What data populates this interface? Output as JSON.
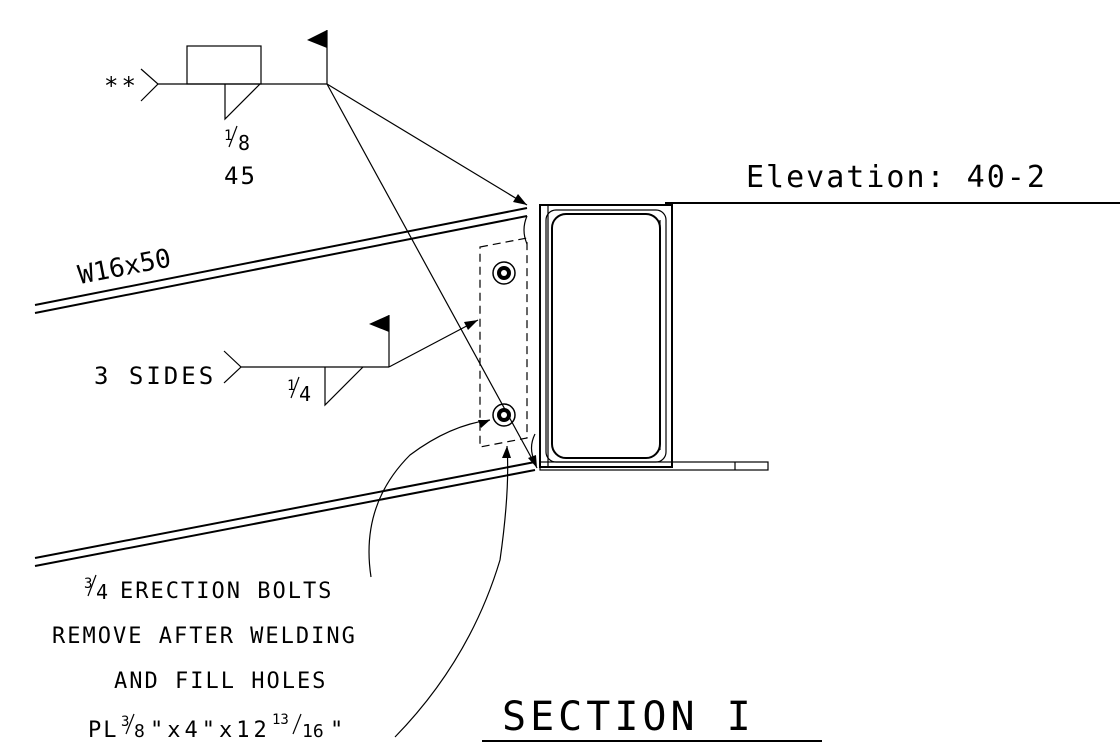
{
  "labels": {
    "elevation": "Elevation: 40-2",
    "member": "W16x50",
    "weld_all_around_tail": "**",
    "weld_top_size_num": "1",
    "weld_top_size_den": "8",
    "weld_top_angle": "45",
    "weld_side_tail": "3 SIDES",
    "weld_side_size_num": "1",
    "weld_side_size_den": "4",
    "bolts_size_num": "3",
    "bolts_size_den": "4",
    "bolts_line1": "ERECTION BOLTS",
    "bolts_line2": "REMOVE AFTER WELDING",
    "bolts_line3": "AND FILL HOLES",
    "plate_prefix": "PL",
    "plate_frac1_num": "3",
    "plate_frac1_den": "8",
    "plate_rest": "\"x4\"x12",
    "plate_frac2_num": "13",
    "plate_frac2_den": "16",
    "plate_suffix": "\"",
    "section": "SECTION I"
  }
}
